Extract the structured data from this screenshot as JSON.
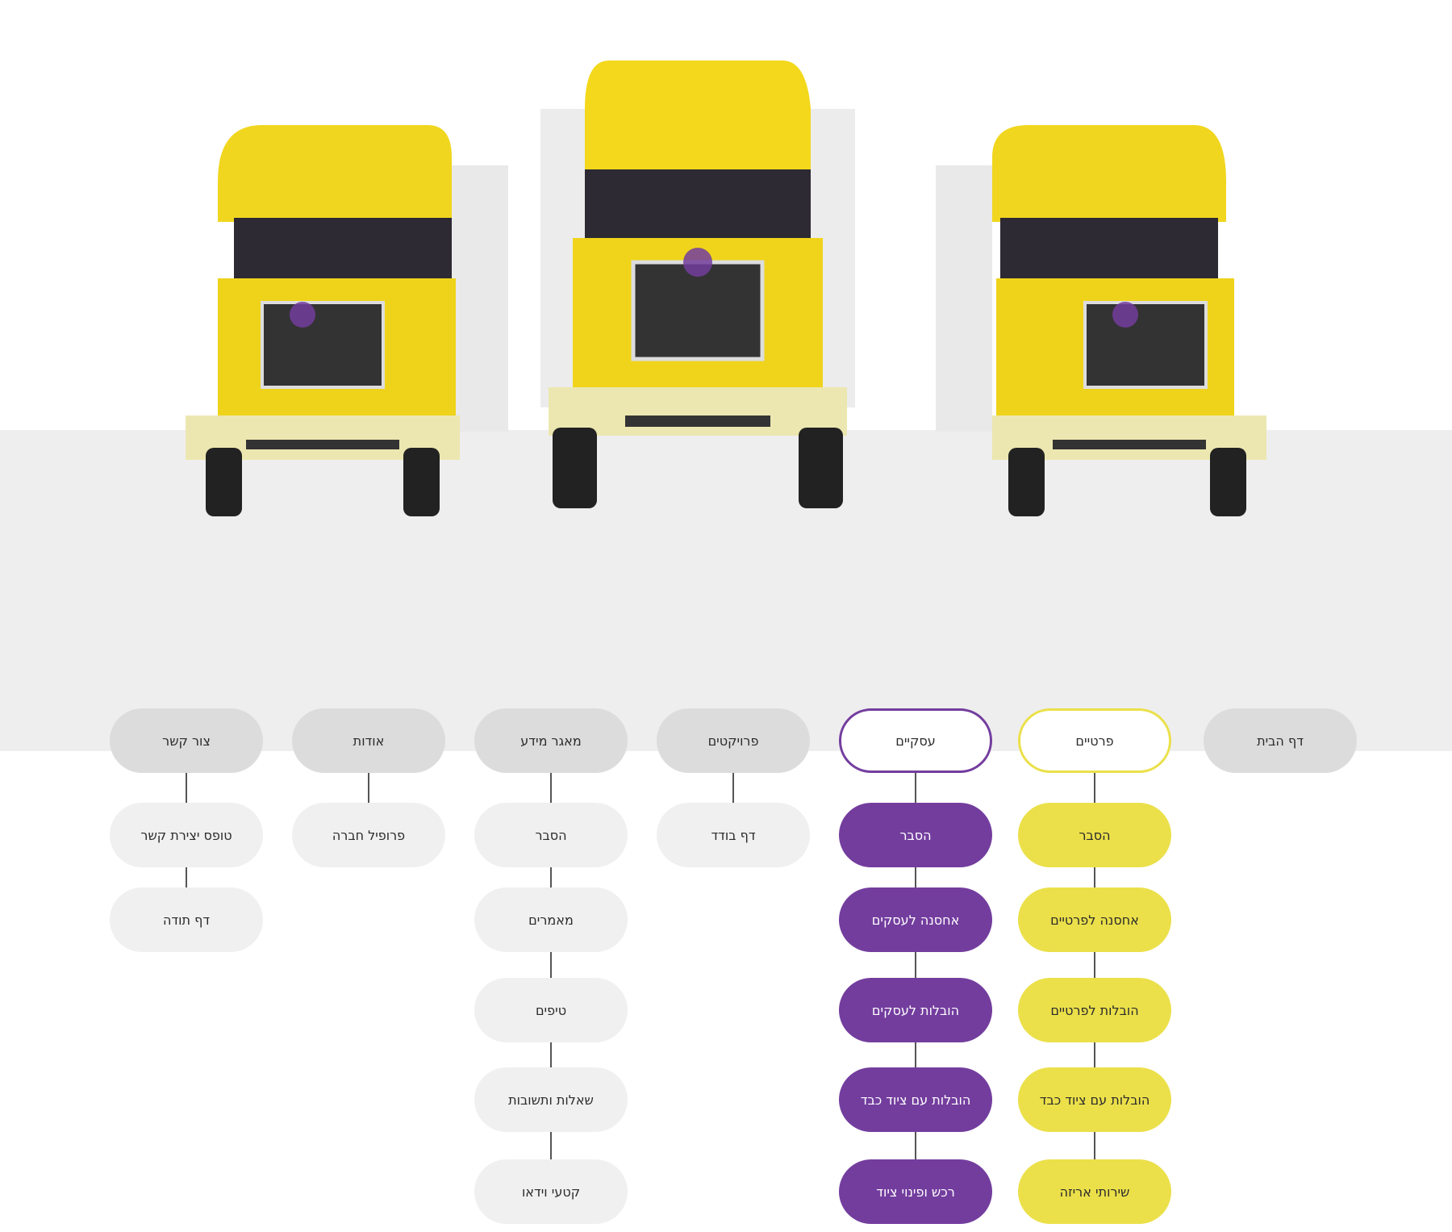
{
  "colors": {
    "purple": "#733d9e",
    "yellow": "#ebe04a",
    "truck": "#f0d61f",
    "band": "#efeeef"
  },
  "nav": [
    {
      "label": "צור קשר",
      "style": "gray",
      "children": [
        "טופס יצירת קשר",
        "דף תודה"
      ]
    },
    {
      "label": "אודות",
      "style": "gray",
      "children": [
        "פרופיל חברה"
      ]
    },
    {
      "label": "מאגר מידע",
      "style": "gray",
      "children": [
        "הסבר",
        "מאמרים",
        "טיפים",
        "שאלות ותשובות",
        "קטעי וידאו"
      ]
    },
    {
      "label": "פרויקטים",
      "style": "gray",
      "children": [
        "דף בודד"
      ]
    },
    {
      "label": "עסקיים",
      "style": "purple",
      "children": [
        "הסבר",
        "אחסנה לעסקים",
        "הובלות לעסקים",
        "הובלות עם ציוד כבד",
        "רכש ופינוי ציוד"
      ]
    },
    {
      "label": "פרטיים",
      "style": "yellow",
      "children": [
        "הסבר",
        "אחסנה לפרטיים",
        "הובלות לפרטיים",
        "הובלות עם ציוד כבד",
        "שירותי אריזה"
      ]
    },
    {
      "label": "דף הבית",
      "style": "gray",
      "children": []
    }
  ]
}
